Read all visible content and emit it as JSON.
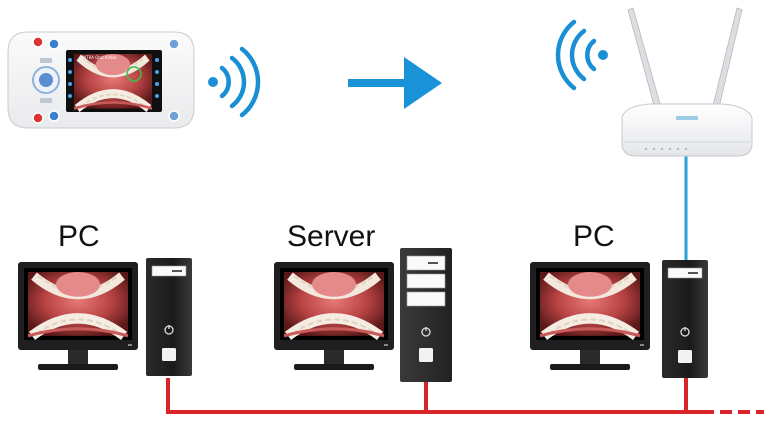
{
  "labels": {
    "pc_left": "PC",
    "server": "Server",
    "pc_right": "PC"
  },
  "device": {
    "screen_title": "INTRA Oral Airbar"
  },
  "icons": {
    "device": "intraoral-camera-device-icon",
    "wifi_device": "wifi-signal-icon",
    "arrow": "arrow-right-icon",
    "wifi_router": "wifi-signal-icon",
    "router": "wireless-router-icon",
    "monitor": "monitor-icon",
    "tower": "pc-tower-icon"
  },
  "colors": {
    "wifi_blue": "#1a8fd6",
    "arrow_blue": "#1a92d8",
    "lan_red": "#d9252a",
    "router_cable": "#2a9fd8"
  }
}
